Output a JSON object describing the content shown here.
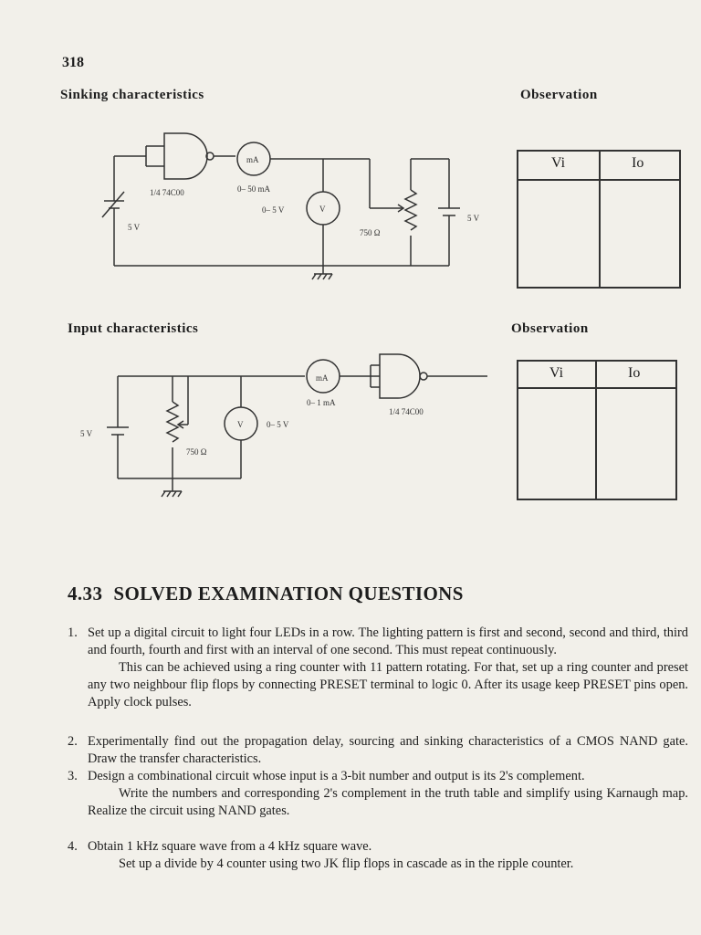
{
  "page": {
    "number": "318"
  },
  "sinking": {
    "title": "Sinking characteristics",
    "observation_title": "Observation",
    "table_headers": [
      "Vi",
      "Io"
    ],
    "labels": {
      "gate": "1/4 74C00",
      "ammeter": "mA",
      "ammeter_range": "0– 50 mA",
      "voltmeter": "V",
      "voltmeter_range": "0– 5 V",
      "input_source": "5 V",
      "resistor": "750 Ω",
      "supply": "5 V"
    }
  },
  "input": {
    "title": "Input characteristics",
    "observation_title": "Observation",
    "table_headers": [
      "Vi",
      "Io"
    ],
    "labels": {
      "ammeter": "mA",
      "ammeter_range": "0– 1 mA",
      "gate": "1/4 74C00",
      "voltmeter": "V",
      "voltmeter_range": "0– 5 V",
      "supply": "5 V",
      "resistor": "750 Ω"
    }
  },
  "section": {
    "number": "4.33",
    "title": "SOLVED EXAMINATION QUESTIONS"
  },
  "questions": [
    {
      "n": "1.",
      "text": "Set up a digital circuit to light four LEDs in a row. The lighting pattern is first and second, second and third, third and fourth, fourth and first with an interval of one second. This must repeat continuously.",
      "answer": "This can be achieved using a ring counter with 11 pattern rotating. For that, set up a ring counter and preset any two neighbour flip flops by connecting PRESET terminal to logic 0. After its usage keep PRESET pins open. Apply clock pulses."
    },
    {
      "n": "2.",
      "text": "Experimentally find out the propagation delay, sourcing and sinking characteristics of a CMOS NAND gate. Draw the transfer characteristics.",
      "answer": ""
    },
    {
      "n": "3.",
      "text": "Design a combinational circuit whose input is a 3-bit number and output is its 2's complement.",
      "answer": "Write the numbers and corresponding 2's complement in the truth table and simplify using Karnaugh map. Realize the circuit using NAND gates."
    },
    {
      "n": "4.",
      "text": "Obtain 1 kHz square wave from a 4 kHz square wave.",
      "answer": "Set up a divide by 4 counter using two JK flip flops in cascade as in the ripple counter."
    }
  ]
}
